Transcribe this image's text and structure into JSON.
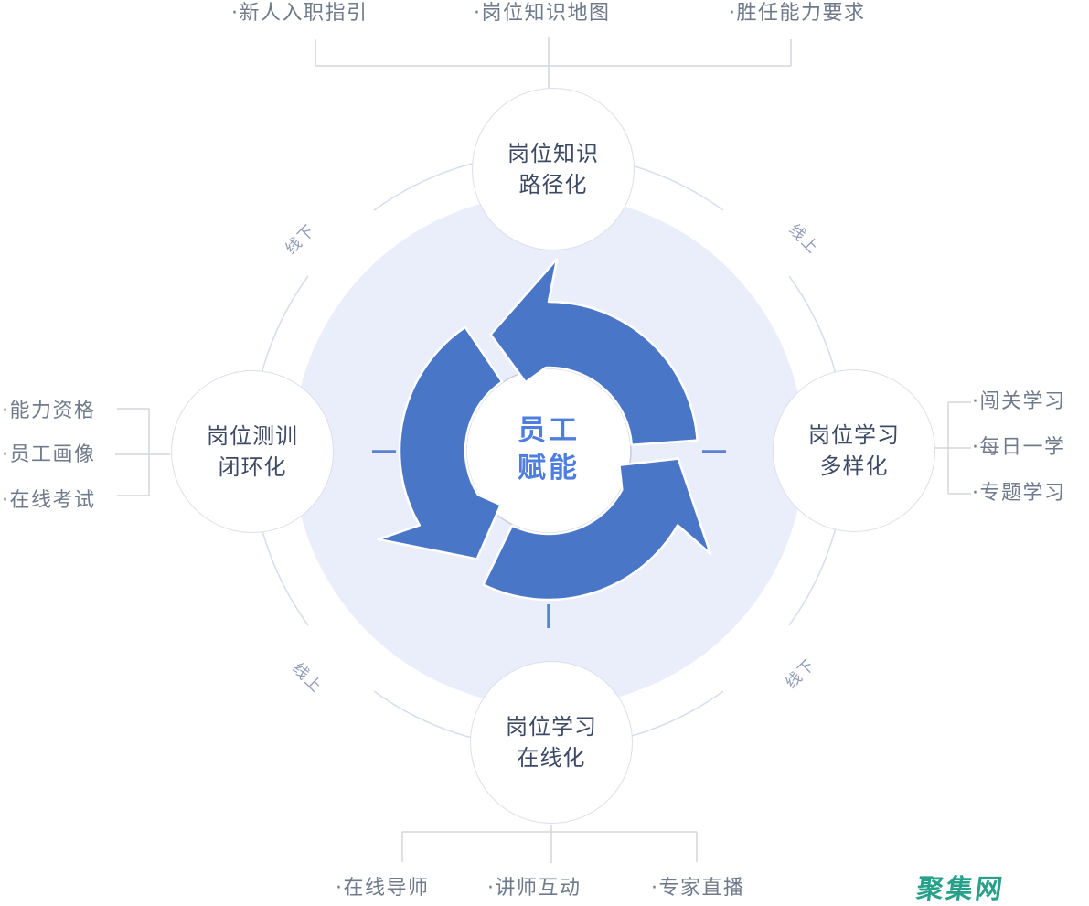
{
  "diagram": {
    "title_center": {
      "line1": "员工",
      "line2": "赋能"
    },
    "nodes": {
      "top": {
        "line1": "岗位知识",
        "line2": "路径化"
      },
      "right": {
        "line1": "岗位学习",
        "line2": "多样化"
      },
      "bottom": {
        "line1": "岗位学习",
        "line2": "在线化"
      },
      "left": {
        "line1": "岗位测训",
        "line2": "闭环化"
      }
    },
    "top_items": [
      "·新人入职指引",
      "·岗位知识地图",
      "·胜任能力要求"
    ],
    "right_items": [
      "·闯关学习",
      "·每日一学",
      "·专题学习"
    ],
    "bottom_items": [
      "·在线导师",
      "·讲师互动",
      "·专家直播"
    ],
    "left_items": [
      "·能力资格",
      "·员工画像",
      "·在线考试"
    ],
    "mode_labels": {
      "tl": "线下",
      "tr": "线上",
      "bl": "线上",
      "br": "线下"
    },
    "colors": {
      "arrow_blue": "#4a76c8",
      "center_text_blue": "#4d7ee0",
      "inner_disc": "#e9eefa",
      "outer_ring": "#d8dcec",
      "node_text": "#3d4a66",
      "bullet_text": "#6f7a8b",
      "mode_text": "#8e9ab8",
      "connector_gray": "#d3d6da",
      "tick_blue": "#5b82d0",
      "watermark_teal": "#28a18a"
    }
  },
  "watermark": {
    "text": "聚集网"
  }
}
